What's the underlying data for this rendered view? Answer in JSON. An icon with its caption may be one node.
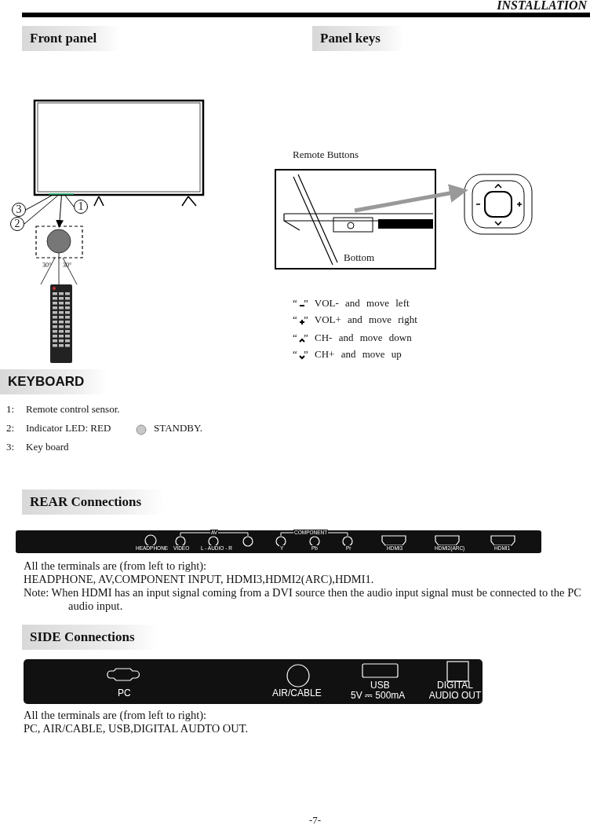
{
  "diagram": {
    "title": "INSTALLATION",
    "nodes": [
      {
        "text": [],
        "shape": "picture"
      },
      {
        "text": [
          "1"
        ]
      },
      {
        "text": [
          "3"
        ]
      },
      {
        "text": [
          "2"
        ]
      },
      {
        "text": [],
        "shape": "box",
        "beside": [
          "30°",
          "30°"
        ]
      },
      {
        "text": [
          "Bottom"
        ]
      },
      {
        "text": [],
        "shape": "picture"
      }
    ],
    "edges": [
      {
        "from": 1,
        "to": 0,
        "arrow": "none"
      },
      {
        "from": 2,
        "to": 0,
        "arrow": "none"
      },
      {
        "from": 3,
        "to": 0,
        "arrow": "none"
      },
      {
        "from": 0,
        "to": 4,
        "arrow": "to"
      },
      {
        "from": 5,
        "to": 6,
        "arrow": "to",
        "style": "thick",
        "color": "#999999"
      }
    ],
    "labels": [
      "Front panel",
      "Panel keys",
      "Remote Buttons",
      "“ ” VOL- and move left",
      "“ ” VOL+ and move right",
      "“ ” CH- and move down",
      "“ ” CH+ and move up",
      "KEYBOARD",
      "1:",
      "Remote control sensor.",
      "2:",
      "Indicator LED:  RED",
      "STANDBY.",
      "3:",
      "Key board",
      "REAR Connections",
      "AV",
      "COMPONENT",
      "HEADPHONE",
      "VIDEO",
      "L - AUDIO - R",
      "Y",
      "Pb",
      "Pr",
      "HDMI3",
      "HDMI2(ARC)",
      "HDMI1",
      "All the terminals are (from left to right):",
      "HEADPHONE, AV,COMPONENT INPUT, HDMI3,HDMI2(ARC),HDMI1.",
      "Note: When HDMI has an input signal coming from a DVI source then the audio input signal must be connected to the PC audio input.",
      "SIDE Connections",
      "PC",
      "AIR/CABLE",
      "USB",
      "5V ⎓ 500mA",
      "DIGITAL AUDIO OUT",
      "All the terminals are (from left to right):",
      "PC, AIR/CABLE, USB,DIGITAL AUDTO OUT.",
      "-7-"
    ]
  }
}
